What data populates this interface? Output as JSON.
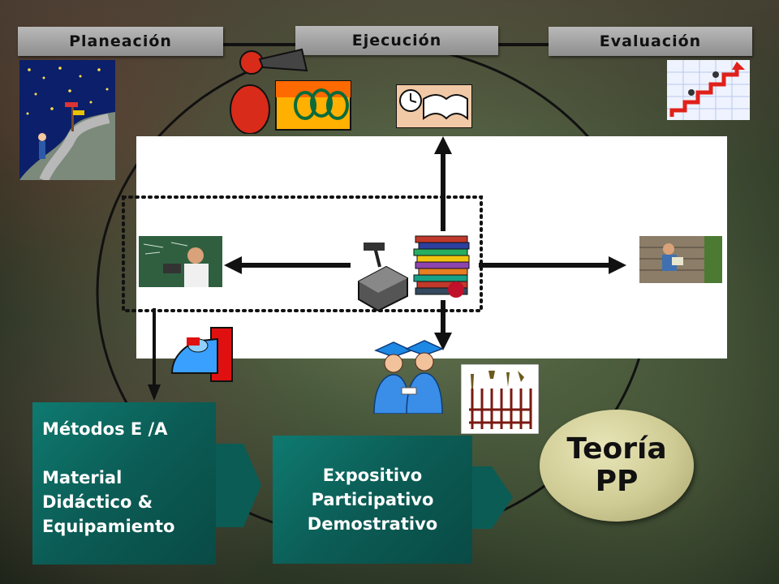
{
  "phases": {
    "planning": "Planeación",
    "execution": "Ejecución",
    "evaluation": "Evaluación"
  },
  "methods_box": {
    "line1": "Métodos E /A",
    "line2": "Material",
    "line3": "Didáctico &",
    "line4": "Equipamiento"
  },
  "strategies_box": {
    "line1": "Expositivo",
    "line2": "Participativo",
    "line3": "Demostrativo"
  },
  "theory": {
    "line1": "Teoría",
    "line2": "PP"
  },
  "colors": {
    "header_bg": "#a0a0a0",
    "box_teal": "#0b5c55",
    "theory_bg": "#cfcb94",
    "arrow": "#111111"
  }
}
